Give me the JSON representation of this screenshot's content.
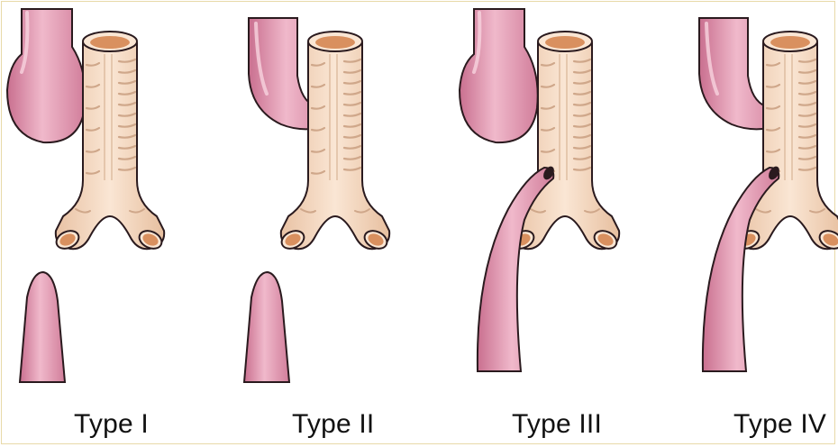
{
  "types": [
    {
      "label": "Type I"
    },
    {
      "label": "Type II"
    },
    {
      "label": "Type III"
    },
    {
      "label": "Type IV"
    }
  ],
  "colors": {
    "esophagus_fill": "#dd8faa",
    "esophagus_light": "#f2c4d3",
    "trachea_fill": "#f6dcc6",
    "trachea_ring": "#cfa78a",
    "lumen": "#d9905f",
    "outline": "#2a1a1e"
  }
}
